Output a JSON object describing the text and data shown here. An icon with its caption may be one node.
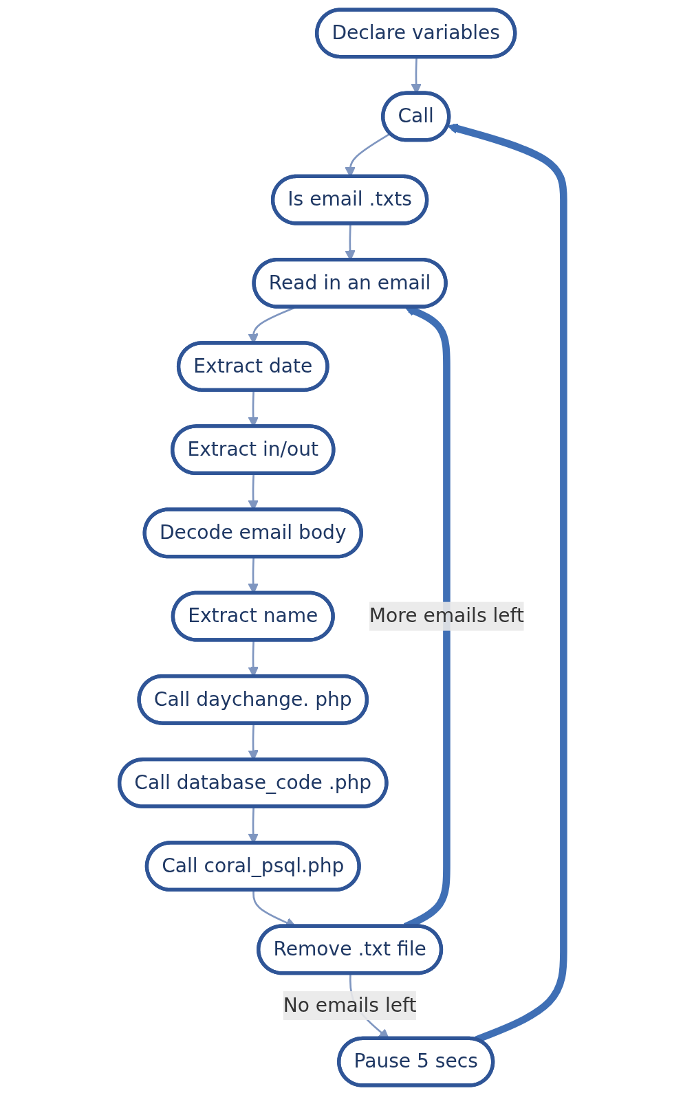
{
  "diagram": {
    "nodes": [
      {
        "text": [
          "Declare variables"
        ]
      },
      {
        "text": [
          "Call"
        ]
      },
      {
        "text": [
          "Is email .txts"
        ]
      },
      {
        "text": [
          "Read in an email"
        ]
      },
      {
        "text": [
          "Extract date"
        ]
      },
      {
        "text": [
          "Extract in/out"
        ]
      },
      {
        "text": [
          "Decode email body"
        ]
      },
      {
        "text": [
          "Extract name"
        ]
      },
      {
        "text": [
          "Call daychange. php"
        ]
      },
      {
        "text": [
          "Call database_code .php"
        ]
      },
      {
        "text": [
          "Call coral_psql.php"
        ]
      },
      {
        "text": [
          "Remove .txt file"
        ]
      },
      {
        "text": [
          "Pause 5 secs"
        ]
      }
    ],
    "edges": [
      {
        "from": 0,
        "to": 1,
        "arrow": "to"
      },
      {
        "from": 1,
        "to": 2,
        "arrow": "to"
      },
      {
        "from": 2,
        "to": 3,
        "arrow": "to"
      },
      {
        "from": 3,
        "to": 4,
        "arrow": "to"
      },
      {
        "from": 4,
        "to": 5,
        "arrow": "to"
      },
      {
        "from": 5,
        "to": 6,
        "arrow": "to"
      },
      {
        "from": 6,
        "to": 7,
        "arrow": "to"
      },
      {
        "from": 7,
        "to": 8,
        "arrow": "to"
      },
      {
        "from": 8,
        "to": 9,
        "arrow": "to"
      },
      {
        "from": 9,
        "to": 10,
        "arrow": "to"
      },
      {
        "from": 10,
        "to": 11,
        "arrow": "to"
      },
      {
        "from": 11,
        "to": 12,
        "arrow": "to",
        "label": "No emails left"
      },
      {
        "from": 11,
        "to": 3,
        "arrow": "to",
        "label": "More emails left",
        "style": "thick",
        "color": "#3f6fb5"
      },
      {
        "from": 12,
        "to": 1,
        "arrow": "to",
        "style": "thick",
        "color": "#3f6fb5"
      }
    ]
  }
}
